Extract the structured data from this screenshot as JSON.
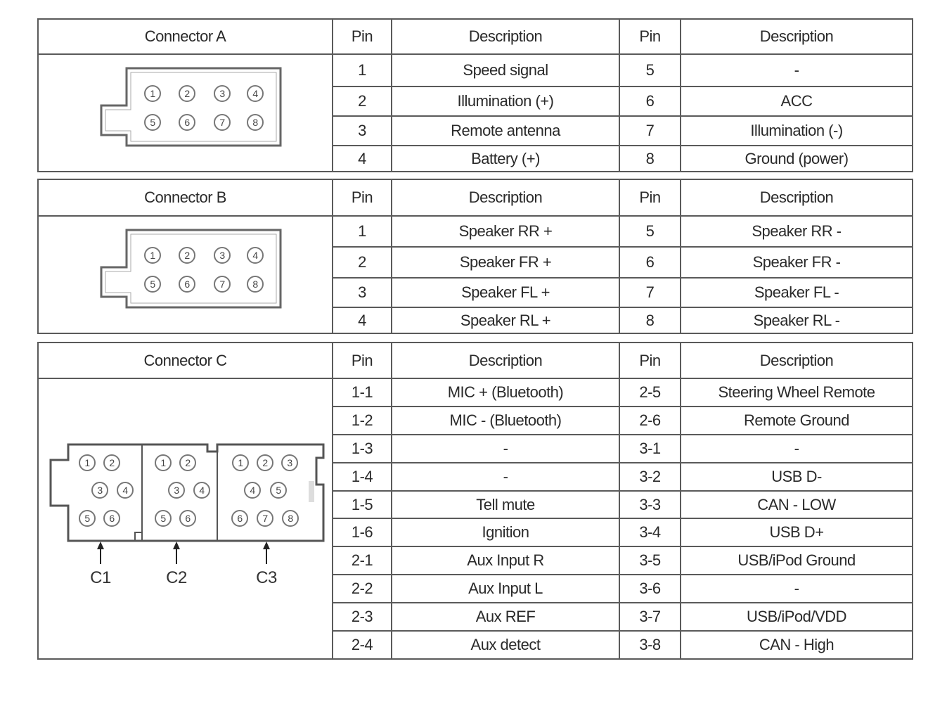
{
  "connectors": [
    {
      "title": "Connector A",
      "headers": [
        "Pin",
        "Description",
        "Pin",
        "Description"
      ],
      "rows": [
        {
          "pin": "1",
          "desc": "Speed signal",
          "pin2": "5",
          "desc2": "-"
        },
        {
          "pin": "2",
          "desc": "Illumination (+)",
          "pin2": "6",
          "desc2": "ACC"
        },
        {
          "pin": "3",
          "desc": "Remote antenna",
          "pin2": "7",
          "desc2": "Illumination (-)"
        },
        {
          "pin": "4",
          "desc": "Battery (+)",
          "pin2": "8",
          "desc2": "Ground (power)"
        }
      ],
      "diagram_pins": [
        "1",
        "2",
        "3",
        "4",
        "5",
        "6",
        "7",
        "8"
      ]
    },
    {
      "title": "Connector B",
      "headers": [
        "Pin",
        "Description",
        "Pin",
        "Description"
      ],
      "rows": [
        {
          "pin": "1",
          "desc": "Speaker RR +",
          "pin2": "5",
          "desc2": "Speaker RR -"
        },
        {
          "pin": "2",
          "desc": "Speaker FR +",
          "pin2": "6",
          "desc2": "Speaker FR -"
        },
        {
          "pin": "3",
          "desc": "Speaker FL +",
          "pin2": "7",
          "desc2": "Speaker FL -"
        },
        {
          "pin": "4",
          "desc": "Speaker RL +",
          "pin2": "8",
          "desc2": "Speaker RL -"
        }
      ],
      "diagram_pins": [
        "1",
        "2",
        "3",
        "4",
        "5",
        "6",
        "7",
        "8"
      ]
    },
    {
      "title": "Connector C",
      "headers": [
        "Pin",
        "Description",
        "Pin",
        "Description"
      ],
      "rows": [
        {
          "pin": "1-1",
          "desc": "MIC + (Bluetooth)",
          "pin2": "2-5",
          "desc2": "Steering Wheel Remote"
        },
        {
          "pin": "1-2",
          "desc": "MIC - (Bluetooth)",
          "pin2": "2-6",
          "desc2": "Remote Ground"
        },
        {
          "pin": "1-3",
          "desc": "-",
          "pin2": "3-1",
          "desc2": "-"
        },
        {
          "pin": "1-4",
          "desc": "-",
          "pin2": "3-2",
          "desc2": "USB D-"
        },
        {
          "pin": "1-5",
          "desc": "Tell mute",
          "pin2": "3-3",
          "desc2": "CAN - LOW"
        },
        {
          "pin": "1-6",
          "desc": "Ignition",
          "pin2": "3-4",
          "desc2": "USB D+"
        },
        {
          "pin": "2-1",
          "desc": "Aux Input R",
          "pin2": "3-5",
          "desc2": "USB/iPod Ground"
        },
        {
          "pin": "2-2",
          "desc": "Aux Input L",
          "pin2": "3-6",
          "desc2": "-"
        },
        {
          "pin": "2-3",
          "desc": "Aux REF",
          "pin2": "3-7",
          "desc2": "USB/iPod/VDD"
        },
        {
          "pin": "2-4",
          "desc": "Aux detect",
          "pin2": "3-8",
          "desc2": "CAN - High"
        }
      ],
      "sub_connectors": [
        {
          "label": "C1",
          "pins": [
            "1",
            "2",
            "3",
            "4",
            "5",
            "6"
          ]
        },
        {
          "label": "C2",
          "pins": [
            "1",
            "2",
            "3",
            "4",
            "5",
            "6"
          ]
        },
        {
          "label": "C3",
          "pins": [
            "1",
            "2",
            "3",
            "4",
            "5",
            "6",
            "7",
            "8"
          ]
        }
      ]
    }
  ]
}
